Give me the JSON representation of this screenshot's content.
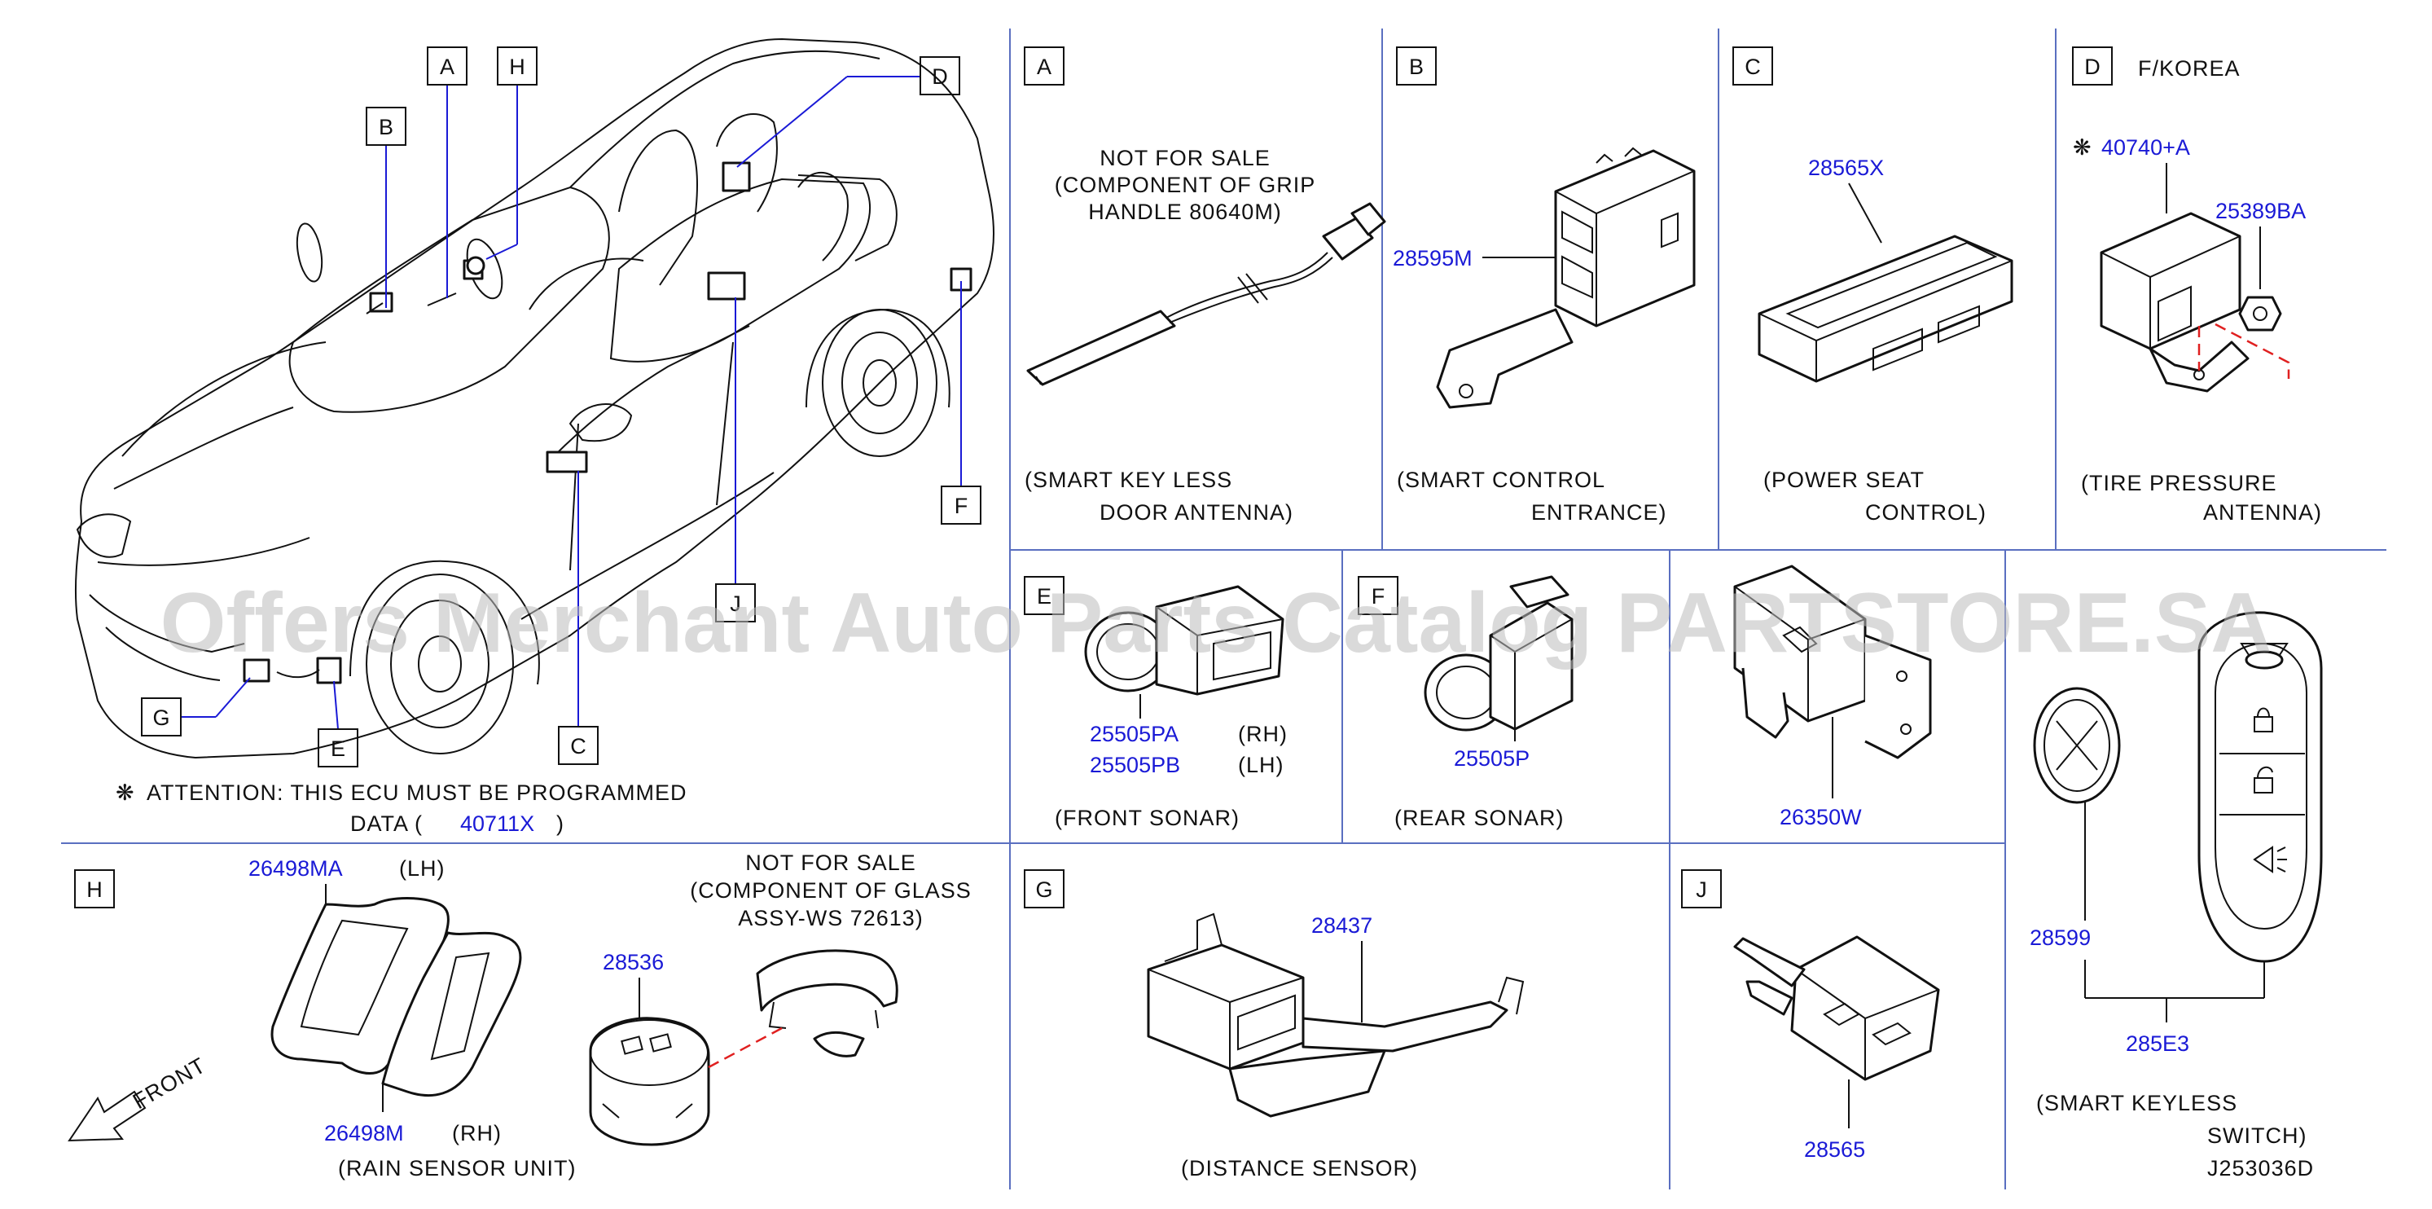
{
  "diagram_code": "J253036D",
  "watermark": "Offers Merchant Auto Parts Catalog PARTSTORE.SA",
  "attention": {
    "symbol": "❋",
    "line1": "ATTENTION:  THIS  ECU  MUST  BE  PROGRAMMED",
    "line2_prefix": "DATA  (",
    "part": "40711X",
    "line2_suffix": ")"
  },
  "overview": {
    "callouts": [
      "A",
      "H",
      "B",
      "D",
      "F",
      "J",
      "G",
      "E",
      "C"
    ]
  },
  "front_arrow": "FRONT",
  "panels": {
    "A": {
      "letter": "A",
      "note": [
        "NOT  FOR  SALE",
        "(COMPONENT  OF  GRIP",
        "HANDLE  80640M)"
      ],
      "caption": [
        "(SMART  KEY  LESS",
        "DOOR  ANTENNA)"
      ]
    },
    "B": {
      "letter": "B",
      "part": "28595M",
      "caption": [
        "(SMART   CONTROL",
        "ENTRANCE)"
      ]
    },
    "C": {
      "letter": "C",
      "part": "28565X",
      "caption": [
        "(POWER   SEAT",
        "CONTROL)"
      ]
    },
    "D": {
      "letter": "D",
      "region": "F/KOREA",
      "symbol": "❋",
      "part1": "40740+A",
      "part2": "25389BA",
      "caption": [
        "(TIRE    PRESSURE",
        "ANTENNA)"
      ]
    },
    "E": {
      "letter": "E",
      "part_rh": "25505PA",
      "side_rh": "(RH)",
      "part_lh": "25505PB",
      "side_lh": "(LH)",
      "caption": "(FRONT   SONAR)"
    },
    "F": {
      "letter": "F",
      "part": "25505P",
      "caption": "(REAR   SONAR)"
    },
    "M": {
      "part": "26350W"
    },
    "H": {
      "letter": "H",
      "part_lh": "26498MA",
      "side_lh": "(LH)",
      "part_rh": "26498M",
      "side_rh": "(RH)",
      "part_sensor": "28536",
      "note": [
        "NOT  FOR  SALE",
        "(COMPONENT  OF  GLASS",
        "ASSY-WS  72613)"
      ],
      "caption": "(RAIN   SENSOR   UNIT)"
    },
    "G": {
      "letter": "G",
      "part": "28437",
      "caption": "(DISTANCE   SENSOR)"
    },
    "J": {
      "letter": "J",
      "part": "28565"
    },
    "K": {
      "part_battery": "28599",
      "part_assy": "285E3",
      "caption": [
        "(SMART   KEYLESS",
        "SWITCH)"
      ]
    }
  }
}
